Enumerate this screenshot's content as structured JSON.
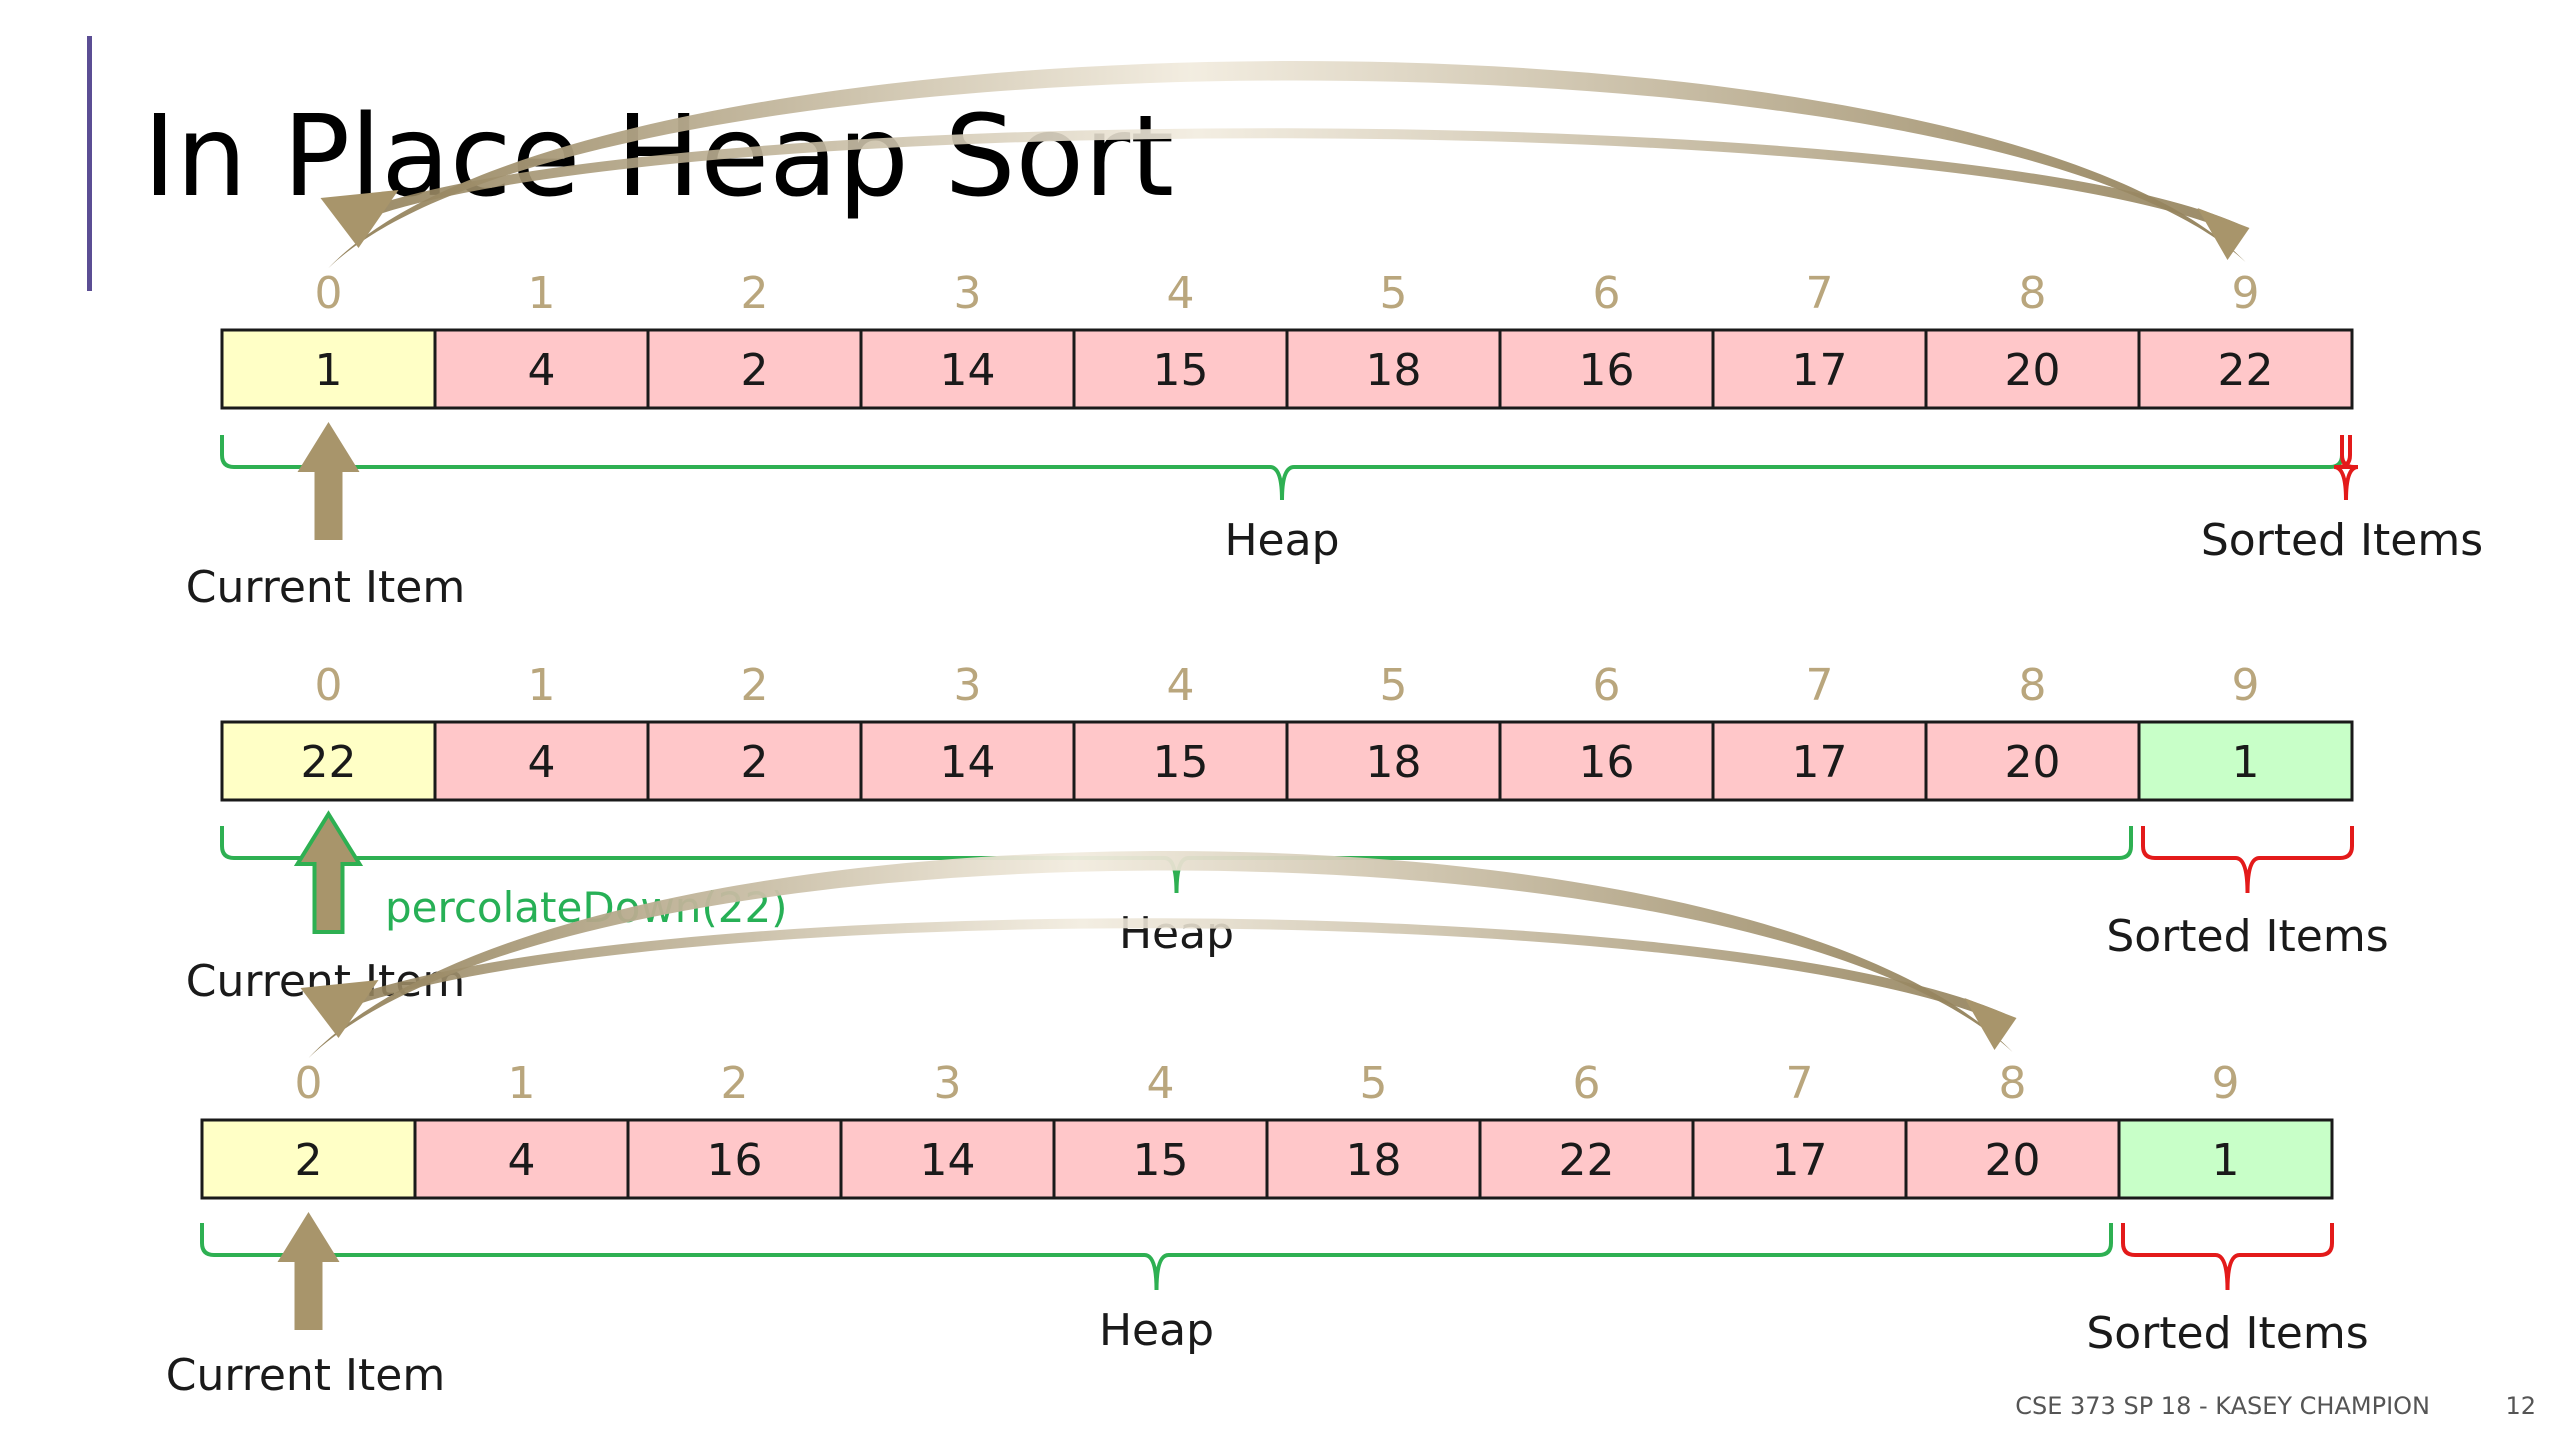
{
  "slide": {
    "title": "In Place Heap Sort",
    "footer_course": "CSE 373 SP 18 - KASEY CHAMPION",
    "footer_page": "12"
  },
  "colors": {
    "current_cell": "#ffffc6",
    "heap_cell": "#ffc7c9",
    "sorted_cell": "#c8ffc8",
    "heap_brace": "#2eb052",
    "sorted_brace": "#e31a1a",
    "arrow": "#a8956b",
    "index_text": "#b9a67d"
  },
  "arrays": [
    {
      "indices": [
        "0",
        "1",
        "2",
        "3",
        "4",
        "5",
        "6",
        "7",
        "8",
        "9"
      ],
      "values": [
        "1",
        "4",
        "2",
        "14",
        "15",
        "18",
        "16",
        "17",
        "20",
        "22"
      ],
      "cell_types": [
        "current",
        "heap",
        "heap",
        "heap",
        "heap",
        "heap",
        "heap",
        "heap",
        "heap",
        "heap"
      ],
      "heap_label": "Heap",
      "sorted_label": "Sorted Items",
      "current_label": "Current Item",
      "annotation": "",
      "swap": {
        "from_index": 0,
        "to_index": 9
      }
    },
    {
      "indices": [
        "0",
        "1",
        "2",
        "3",
        "4",
        "5",
        "6",
        "7",
        "8",
        "9"
      ],
      "values": [
        "22",
        "4",
        "2",
        "14",
        "15",
        "18",
        "16",
        "17",
        "20",
        "1"
      ],
      "cell_types": [
        "current",
        "heap",
        "heap",
        "heap",
        "heap",
        "heap",
        "heap",
        "heap",
        "heap",
        "sorted"
      ],
      "heap_label": "Heap",
      "sorted_label": "Sorted Items",
      "current_label": "Current Item",
      "annotation": "percolateDown(22)",
      "swap": null
    },
    {
      "indices": [
        "0",
        "1",
        "2",
        "3",
        "4",
        "5",
        "6",
        "7",
        "8",
        "9"
      ],
      "values": [
        "2",
        "4",
        "16",
        "14",
        "15",
        "18",
        "22",
        "17",
        "20",
        "1"
      ],
      "cell_types": [
        "current",
        "heap",
        "heap",
        "heap",
        "heap",
        "heap",
        "heap",
        "heap",
        "heap",
        "sorted"
      ],
      "heap_label": "Heap",
      "sorted_label": "Sorted Items",
      "current_label": "Current Item",
      "annotation": "",
      "swap": {
        "from_index": 0,
        "to_index": 8
      }
    }
  ]
}
